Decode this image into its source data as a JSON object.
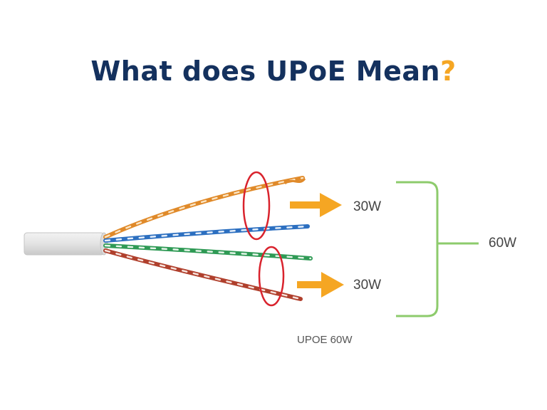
{
  "title": {
    "main": "What does UPoE Mean",
    "question_mark": "?"
  },
  "labels": {
    "upper_pair_power": "30W",
    "lower_pair_power": "30W",
    "total_power": "60W"
  },
  "caption": "UPOE 60W",
  "colors": {
    "title": "#14315e",
    "accent": "#f5a623",
    "bracket": "#8dcb6c",
    "highlight_circle": "#d9232d",
    "wire_orange": "#e08a2a",
    "wire_blue": "#2c6fc0",
    "wire_green": "#2f9a55",
    "wire_brown": "#b0402d"
  },
  "icons": [
    "arrow-right-icon",
    "arrow-right-icon"
  ]
}
